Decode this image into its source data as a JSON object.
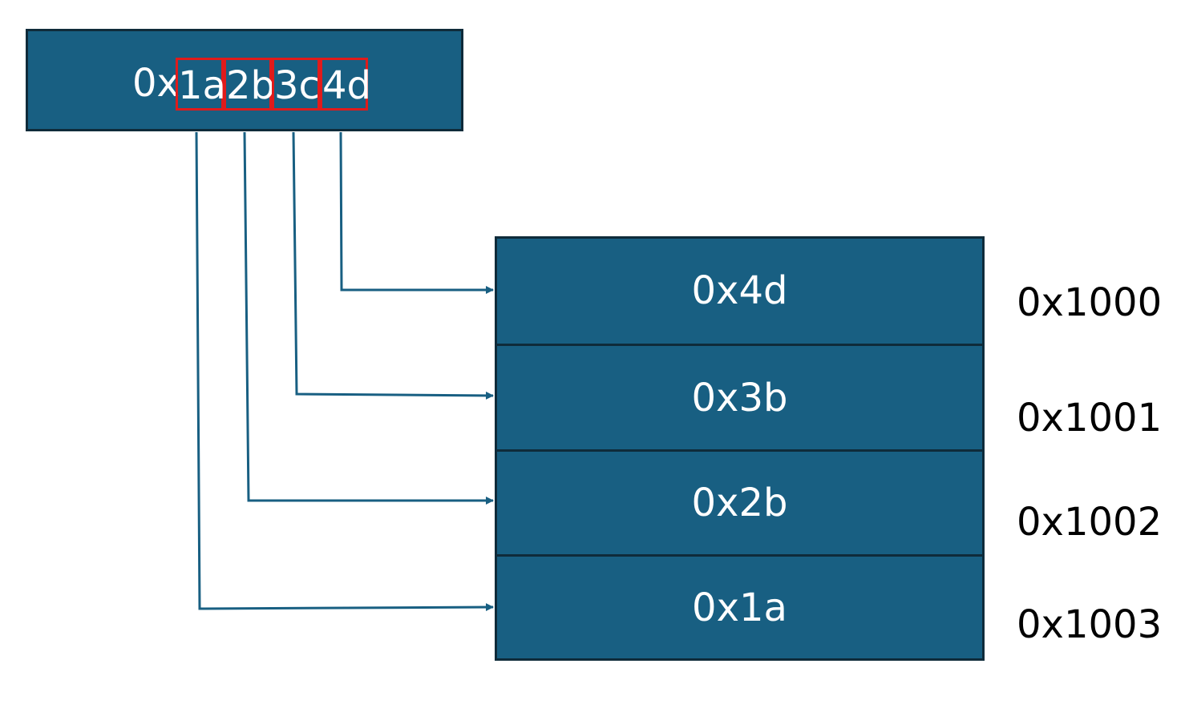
{
  "register": {
    "prefix": "0x",
    "bytes": [
      "1a",
      "2b",
      "3c",
      "4d"
    ]
  },
  "memory": {
    "cells": [
      {
        "value": "0x4d",
        "address": "0x1000"
      },
      {
        "value": "0x3b",
        "address": "0x1001"
      },
      {
        "value": "0x2b",
        "address": "0x1002"
      },
      {
        "value": "0x1a",
        "address": "0x1003"
      }
    ]
  },
  "colors": {
    "box_fill": "#185f82",
    "box_border": "#0f2b3a",
    "highlight": "#e01b1b",
    "arrow": "#185f82"
  }
}
